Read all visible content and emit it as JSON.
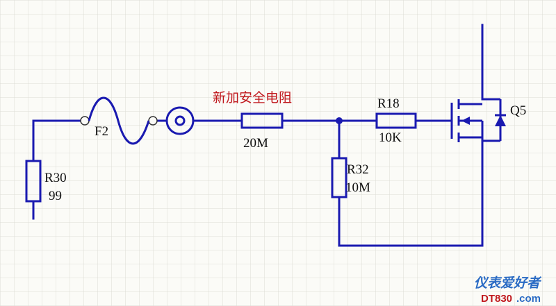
{
  "diagram": {
    "components": {
      "r30": {
        "ref": "R30",
        "value": "99"
      },
      "f2": {
        "ref": "F2"
      },
      "safety_resistor": {
        "note": "新加安全电阻",
        "value": "20M"
      },
      "r18": {
        "ref": "R18",
        "value": "10K"
      },
      "r32": {
        "ref": "R32",
        "value": "10M"
      },
      "q5": {
        "ref": "Q5"
      }
    },
    "colors": {
      "wire": "#1a1ab0",
      "note": "#c0181d",
      "grid": "#d8d8d8",
      "watermark_blue": "#2a6bc4"
    }
  },
  "watermark": {
    "chinese": "仪表爱好者",
    "site_prefix": "DT830",
    "site_suffix": ".com"
  }
}
